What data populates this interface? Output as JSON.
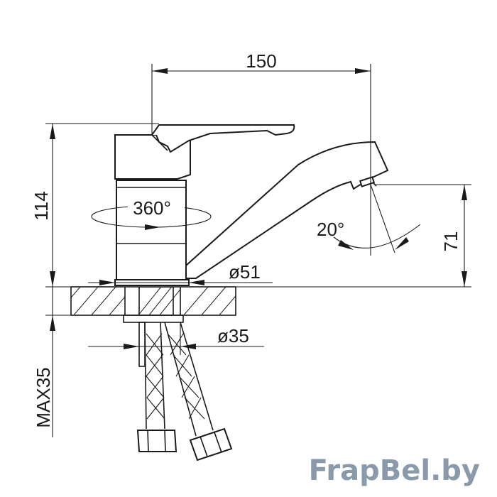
{
  "dimensions": {
    "width_overall": "150",
    "height_overall": "114",
    "spout_height": "71",
    "spout_angle": "20°",
    "rotation": "360°",
    "base_diameter": "ø51",
    "hole_diameter": "ø35",
    "max_thickness": "MAX35"
  },
  "watermark": "FrapBel.by",
  "colors": {
    "line": "#1a1a1a",
    "watermark": "#8a9aaa"
  }
}
